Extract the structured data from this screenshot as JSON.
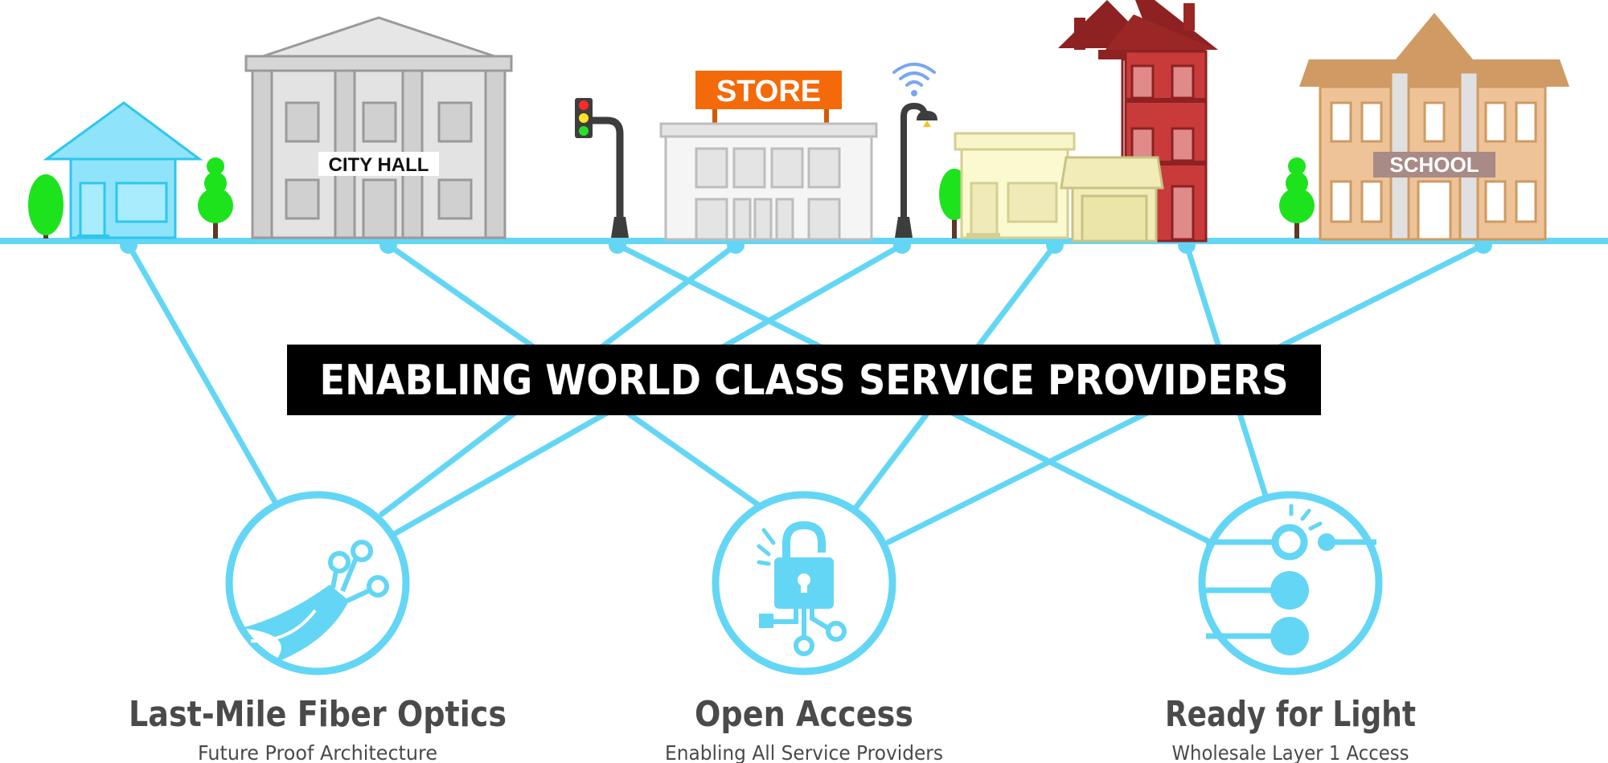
{
  "colors": {
    "line": "#63D6F5",
    "banner_bg": "#000000",
    "banner_text": "#FFFFFF",
    "store_sign": "#F46A0A",
    "heading_text": "#4A4A4A"
  },
  "buildings": {
    "city_hall_sign": "CITY HALL",
    "store_sign": "STORE",
    "school_sign": "SCHOOL"
  },
  "banner": {
    "text": "ENABLING WORLD CLASS SERVICE PROVIDERS"
  },
  "features": [
    {
      "icon": "fiber-optic-icon",
      "title": "Last-Mile Fiber Optics",
      "subtitle": "Future Proof Architecture"
    },
    {
      "icon": "open-lock-icon",
      "title": "Open Access",
      "subtitle": "Enabling All Service Providers"
    },
    {
      "icon": "light-signal-icon",
      "title": "Ready for Light",
      "subtitle": "Wholesale Layer 1 Access"
    }
  ]
}
